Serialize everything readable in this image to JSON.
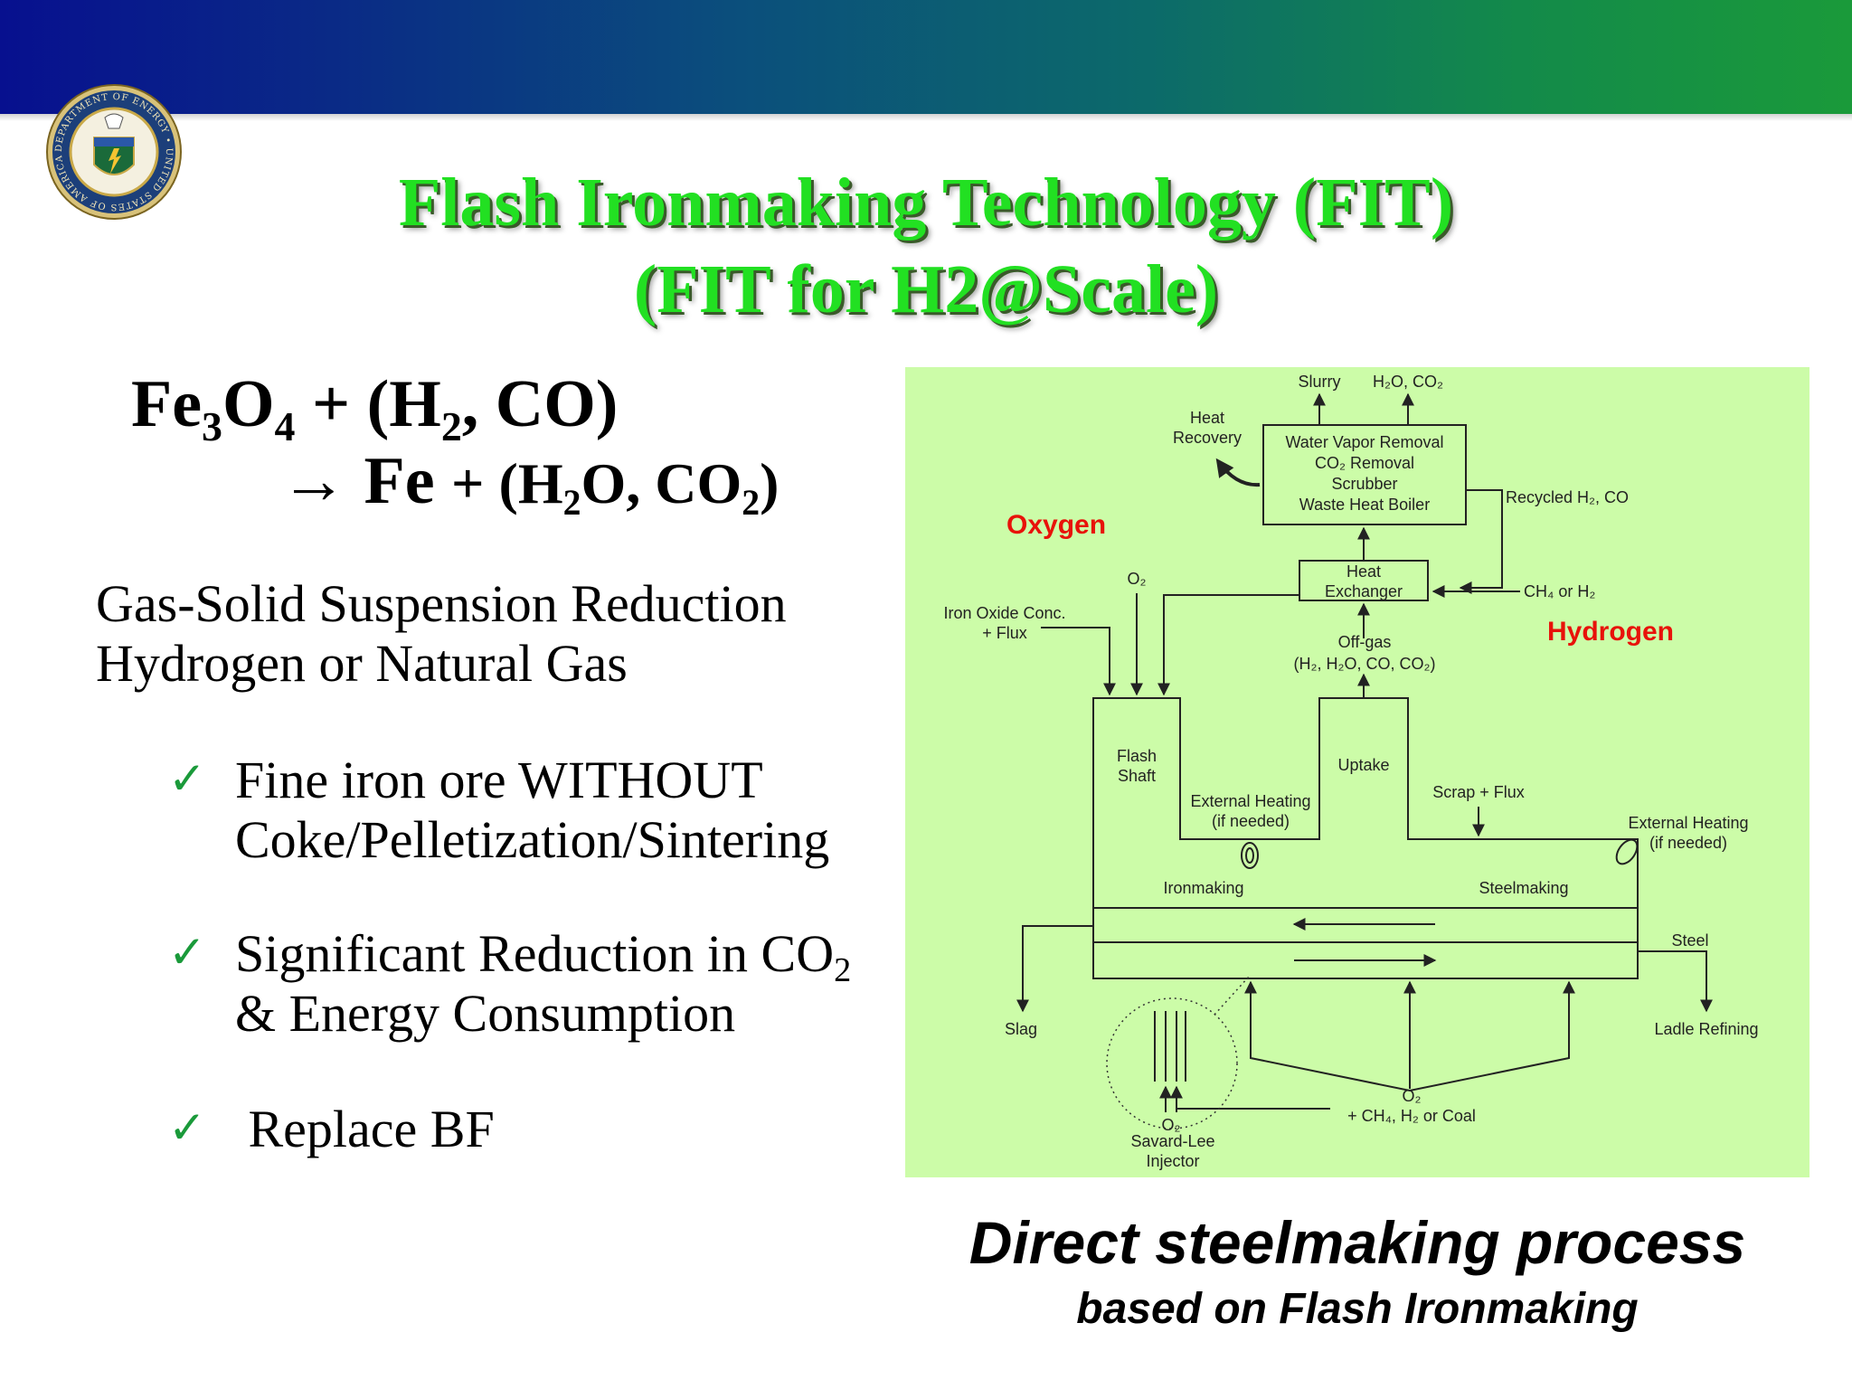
{
  "title": {
    "line1": "Flash Ironmaking Technology (FIT)",
    "line2": "(FIT for H2@Scale)"
  },
  "seal": {
    "ring_text": "DEPARTMENT OF ENERGY • UNITED STATES OF AMERICA"
  },
  "equation": {
    "line1": {
      "fe": "Fe",
      "s3": "3",
      "o": "O",
      "s4": "4",
      "mid": " + (H",
      "s2": "2",
      "end": ", CO)"
    },
    "line2": {
      "arrow": "→",
      "fe": " Fe ",
      "plus": "+ (H",
      "s2a": "2",
      "o": "O, CO",
      "s2b": "2",
      "end": ")"
    }
  },
  "intro": {
    "line1": "Gas-Solid Suspension Reduction",
    "line2": "Hydrogen or Natural Gas"
  },
  "bullets": {
    "b1": {
      "line1": "Fine iron ore WITHOUT",
      "line2": "Coke/Pelletization/Sintering"
    },
    "b2": {
      "line1a": "Significant Reduction in CO",
      "line1sub": "2",
      "line2": "& Energy Consumption"
    },
    "b3": {
      "line1": " Replace BF"
    }
  },
  "colors": {
    "check": "#1a9a3a",
    "title": "#22e022",
    "diagram_bg": "#ccfca8",
    "highlight": "#e8120a"
  },
  "diagram": {
    "slurry": "Slurry",
    "h2o_co2": "H₂O, CO₂",
    "heat": "Heat",
    "recovery": "Recovery",
    "box1": [
      "Water Vapor Removal",
      "CO₂ Removal",
      "Scrubber",
      "Waste Heat Boiler"
    ],
    "recycled": "Recycled H₂, CO",
    "oxygen": "Oxygen",
    "o2_top": "O₂",
    "hx1": "Heat",
    "hx2": "Exchanger",
    "ch4": "CH₄ or H₂",
    "iron1": "Iron Oxide Conc.",
    "iron2": "+ Flux",
    "offgas1": "Off-gas",
    "offgas2": "(H₂, H₂O, CO, CO₂)",
    "hydrogen": "Hydrogen",
    "flash1": "Flash",
    "flash2": "Shaft",
    "uptake": "Uptake",
    "scrap": "Scrap + Flux",
    "ext1a": "External Heating",
    "ext1b": "(if needed)",
    "ext2a": "External Heating",
    "ext2b": "(if needed)",
    "ironmaking": "Ironmaking",
    "steelmaking": "Steelmaking",
    "steel": "Steel",
    "slag": "Slag",
    "ladle": "Ladle Refining",
    "o2_bottom": "O₂",
    "fuel": "+ CH₄, H₂ or Coal",
    "o2_inj": "O₂",
    "savard1": "Savard-Lee",
    "savard2": "Injector"
  },
  "caption": {
    "line1": "Direct steelmaking process",
    "line2": "based on Flash Ironmaking"
  }
}
